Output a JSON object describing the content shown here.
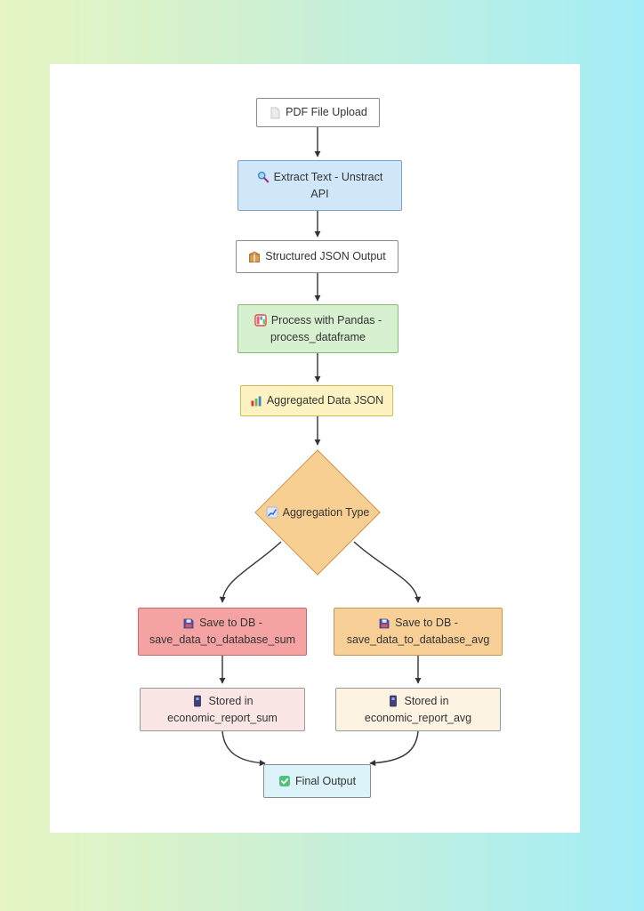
{
  "background": {
    "gradient_left": "#e6f5c2",
    "gradient_right": "#a4edf8",
    "card": "#ffffff",
    "edge_color": "#333333",
    "text_color": "#333333"
  },
  "diagram": {
    "type": "flowchart",
    "direction": "top-down",
    "nodes": [
      {
        "id": "pdf_upload",
        "shape": "rect",
        "icon": "pdf-page-icon",
        "line1": "PDF File Upload",
        "line2": "",
        "fill": "#ffffff",
        "border": "#8c8c8c"
      },
      {
        "id": "extract_text",
        "shape": "rect",
        "icon": "magnifier-icon",
        "line1": "Extract Text - Unstract",
        "line2": "API",
        "fill": "#cfe7f8",
        "border": "#7ba3c9"
      },
      {
        "id": "structured_json",
        "shape": "rect",
        "icon": "package-icon",
        "line1": "Structured JSON Output",
        "line2": "",
        "fill": "#ffffff",
        "border": "#8c8c8c"
      },
      {
        "id": "process_pandas",
        "shape": "rect",
        "icon": "dataframe-icon",
        "line1": "Process with Pandas -",
        "line2": "process_dataframe",
        "fill": "#d7f0d0",
        "border": "#7fbd72"
      },
      {
        "id": "aggregated_json",
        "shape": "rect",
        "icon": "bar-chart-icon",
        "line1": "Aggregated Data JSON",
        "line2": "",
        "fill": "#fdf2c2",
        "border": "#d3ba55"
      },
      {
        "id": "aggregation_type",
        "shape": "diamond",
        "icon": "trend-chart-icon",
        "line1": "Aggregation Type",
        "line2": "",
        "fill": "#f8cf92",
        "border": "#cf9747"
      },
      {
        "id": "save_db_sum",
        "shape": "rect",
        "icon": "floppy-disk-icon",
        "line1": "Save to DB -",
        "line2": "save_data_to_database_sum",
        "fill": "#f5a2a2",
        "border": "#c66a6a"
      },
      {
        "id": "save_db_avg",
        "shape": "rect",
        "icon": "floppy-disk-icon",
        "line1": "Save to DB -",
        "line2": "save_data_to_database_avg",
        "fill": "#f8cf97",
        "border": "#c79550"
      },
      {
        "id": "stored_sum",
        "shape": "rect",
        "icon": "notebook-icon",
        "line1": "Stored in",
        "line2": "economic_report_sum",
        "fill": "#fbe6e6",
        "border": "#989898"
      },
      {
        "id": "stored_avg",
        "shape": "rect",
        "icon": "notebook-icon",
        "line1": "Stored in",
        "line2": "economic_report_avg",
        "fill": "#fcf3e2",
        "border": "#989898"
      },
      {
        "id": "final_output",
        "shape": "rect",
        "icon": "check-icon",
        "line1": "Final Output",
        "line2": "",
        "fill": "#dcf3fa",
        "border": "#8c8c8c"
      }
    ],
    "edges": [
      {
        "from": "pdf_upload",
        "to": "extract_text"
      },
      {
        "from": "extract_text",
        "to": "structured_json"
      },
      {
        "from": "structured_json",
        "to": "process_pandas"
      },
      {
        "from": "process_pandas",
        "to": "aggregated_json"
      },
      {
        "from": "aggregated_json",
        "to": "aggregation_type"
      },
      {
        "from": "aggregation_type",
        "to": "save_db_sum"
      },
      {
        "from": "aggregation_type",
        "to": "save_db_avg"
      },
      {
        "from": "save_db_sum",
        "to": "stored_sum"
      },
      {
        "from": "save_db_avg",
        "to": "stored_avg"
      },
      {
        "from": "stored_sum",
        "to": "final_output"
      },
      {
        "from": "stored_avg",
        "to": "final_output"
      }
    ]
  }
}
